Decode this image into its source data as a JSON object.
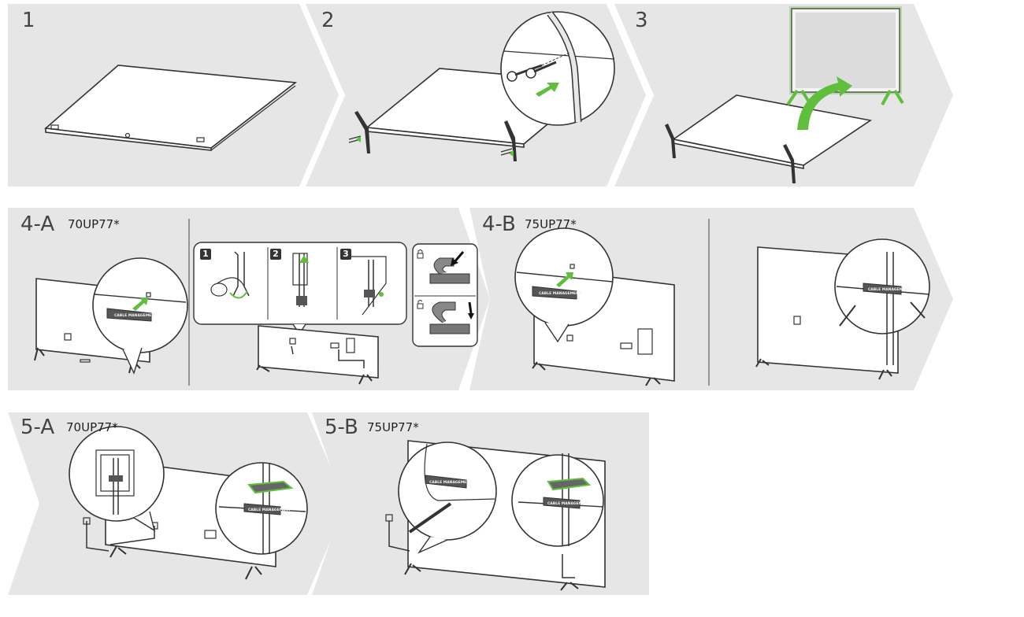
{
  "steps": {
    "s1": {
      "number": "1"
    },
    "s2": {
      "number": "2"
    },
    "s3": {
      "number": "3"
    },
    "s4a": {
      "number": "4-A",
      "model": "70UP77*"
    },
    "s4b": {
      "number": "4-B",
      "model": "75UP77*"
    },
    "s5a": {
      "number": "5-A",
      "model": "70UP77*"
    },
    "s5b": {
      "number": "5-B",
      "model": "75UP77*"
    }
  },
  "substeps": [
    "1",
    "2",
    "3"
  ],
  "labels": {
    "cable_management": "CABLE MANAGEMENT"
  },
  "colors": {
    "panel_bg": "#e6e6e6",
    "accent_green": "#5fbf3c",
    "line": "#333333"
  },
  "icons": [
    "lock-closed-icon",
    "lock-open-icon",
    "arrow-down-icon"
  ]
}
